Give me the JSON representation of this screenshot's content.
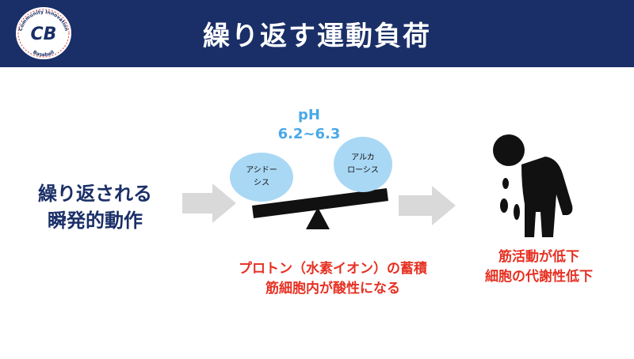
{
  "header": {
    "title": "繰り返す運動負荷",
    "logo_text_top": "Community Innovation",
    "logo_text_bottom": "Baseball",
    "logo_monogram": "CB"
  },
  "left": {
    "line1": "繰り返される",
    "line2": "瞬発的動作"
  },
  "ph": {
    "label": "pH",
    "range": "6.2~6.3"
  },
  "scale": {
    "left_line1": "アシドー",
    "left_line2": "シス",
    "right_line1": "アルカ",
    "right_line2": "ローシス"
  },
  "middle_note": {
    "line1": "プロトン（水素イオン）の蓄積",
    "line2": "筋細胞内が酸性になる"
  },
  "right_note": {
    "line1": "筋活動が低下",
    "line2": "細胞の代謝性低下"
  },
  "colors": {
    "header_bg": "#1a2f67",
    "title_text": "#ffffff",
    "accent_blue": "#4aa8e8",
    "bubble": "#a9d8f5",
    "accent_red": "#e63022",
    "arrow_gray": "#d9d9d9"
  }
}
